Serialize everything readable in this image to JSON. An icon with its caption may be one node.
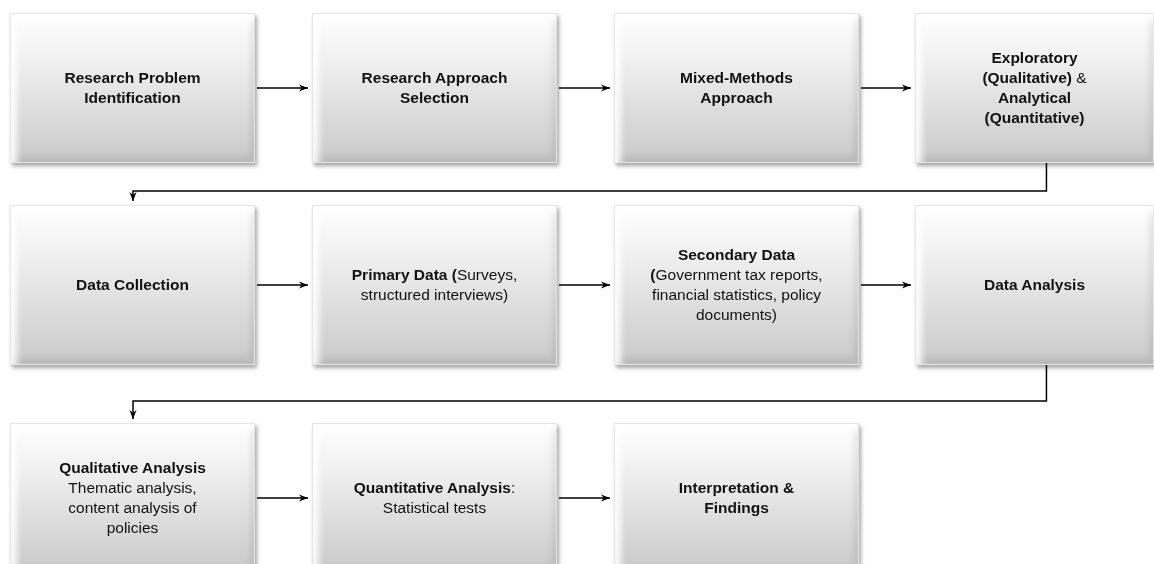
{
  "diagram": {
    "nodes": [
      {
        "text": [
          "Research Problem Identification"
        ]
      },
      {
        "text": [
          "Research Approach Selection"
        ]
      },
      {
        "text": [
          "Mixed-Methods Approach"
        ]
      },
      {
        "text": [
          "**Exploratory (Qualitative)** & **Analytical (Quantitative)**"
        ]
      },
      {
        "text": [
          "Data Collection"
        ]
      },
      {
        "text": [
          "**Primary Data (**Surveys, structured interviews)"
        ]
      },
      {
        "text": [
          "**Secondary Data (**Government tax reports, financial statistics, policy documents)"
        ]
      },
      {
        "text": [
          "Data Analysis"
        ]
      },
      {
        "text": [
          "Qualitative Analysis",
          "Thematic analysis, content analysis of policies"
        ]
      },
      {
        "text": [
          "**Quantitative Analysis**: Statistical tests"
        ]
      },
      {
        "text": [
          "Interpretation & Findings"
        ]
      }
    ],
    "edges": [
      {
        "from": 0,
        "to": 1,
        "arrow": "to"
      },
      {
        "from": 1,
        "to": 2,
        "arrow": "to"
      },
      {
        "from": 2,
        "to": 3,
        "arrow": "to"
      },
      {
        "from": 3,
        "to": 4,
        "arrow": "to"
      },
      {
        "from": 4,
        "to": 5,
        "arrow": "to"
      },
      {
        "from": 5,
        "to": 6,
        "arrow": "to"
      },
      {
        "from": 6,
        "to": 7,
        "arrow": "to"
      },
      {
        "from": 7,
        "to": 8,
        "arrow": "to"
      },
      {
        "from": 8,
        "to": 9,
        "arrow": "to"
      },
      {
        "from": 9,
        "to": 10,
        "arrow": "to"
      }
    ]
  }
}
